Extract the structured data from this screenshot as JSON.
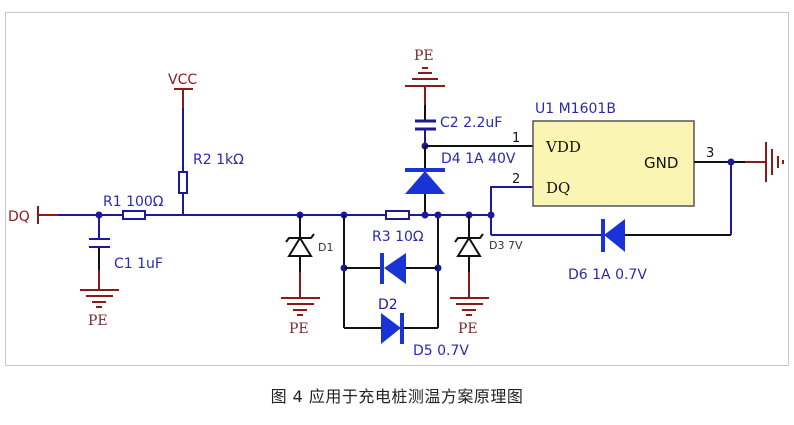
{
  "figure": {
    "caption": "图 4  应用于充电桩测温方案原理图"
  },
  "ports": {
    "dq": "DQ",
    "vcc": "VCC"
  },
  "grounds": {
    "pe_label": "PE"
  },
  "components": {
    "r1": "R1 100Ω",
    "r2": "R2 1kΩ",
    "r3": "R3 10Ω",
    "c1": "C1 1uF",
    "c2": "C2 2.2uF",
    "d1": "D1",
    "d2": "D2",
    "d3": "D3 7V",
    "d4": "D4 1A 40V",
    "d5": "D5 0.7V",
    "d6": "D6 1A 0.7V"
  },
  "ic": {
    "designator": "U1 M1601B",
    "pins": [
      {
        "number": "1",
        "name": "VDD"
      },
      {
        "number": "2",
        "name": "DQ"
      },
      {
        "number": "3",
        "name": "GND"
      }
    ],
    "fill_color": "#fbf5b4"
  },
  "colors": {
    "wire": "#1a1a9a",
    "component_blue": "#1a33d6",
    "power_red": "#8b1a1a"
  }
}
